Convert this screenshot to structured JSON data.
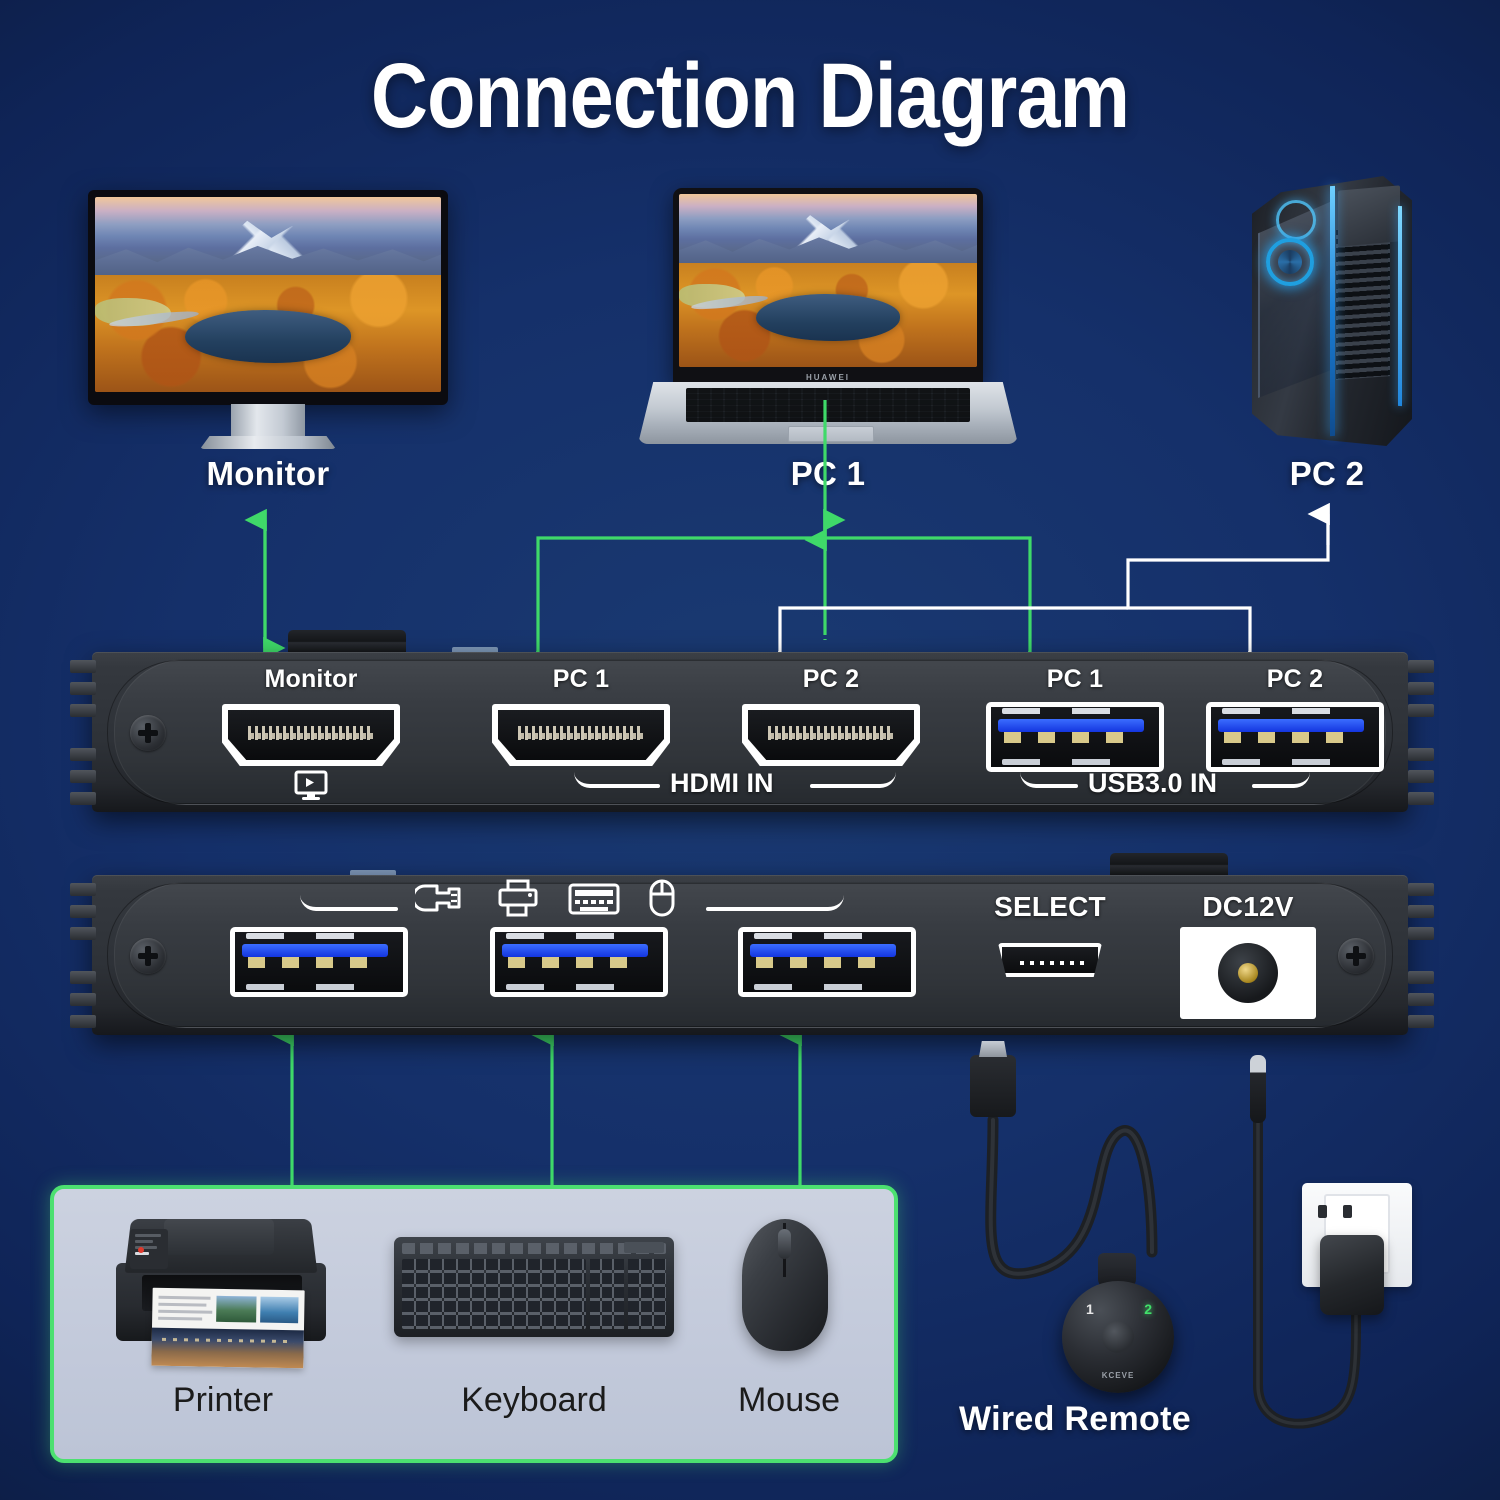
{
  "page": {
    "title": "Connection Diagram",
    "background_color": "#15306a",
    "accent_green": "#4ce070",
    "accent_white": "#ffffff"
  },
  "devices": [
    {
      "id": "monitor",
      "label": "Monitor",
      "kind": "monitor-display"
    },
    {
      "id": "pc1",
      "label": "PC 1",
      "kind": "laptop"
    },
    {
      "id": "pc2",
      "label": "PC 2",
      "kind": "desktop-tower"
    }
  ],
  "kvm_top": {
    "ports": [
      {
        "type": "hdmi",
        "label": "Monitor",
        "arrow_color": "#4ce070"
      },
      {
        "type": "hdmi",
        "label": "PC 1",
        "arrow_color": "#4ce070"
      },
      {
        "type": "hdmi",
        "label": "PC 2",
        "arrow_color": "#ffffff"
      },
      {
        "type": "usb3",
        "label": "PC 1",
        "arrow_color": "#4ce070"
      },
      {
        "type": "usb3",
        "label": "PC 2",
        "arrow_color": "#ffffff"
      }
    ],
    "groups": [
      {
        "label": "HDMI IN"
      },
      {
        "label": "USB3.0 IN"
      }
    ],
    "output_icon": "monitor-out-icon"
  },
  "kvm_bottom": {
    "device_icons": [
      "usb-plug-icon",
      "printer-icon",
      "keyboard-icon",
      "mouse-icon"
    ],
    "usb_out_ports": [
      {
        "type": "usb3",
        "arrow_color": "#4ce070"
      },
      {
        "type": "usb3",
        "arrow_color": "#4ce070"
      },
      {
        "type": "usb3",
        "arrow_color": "#4ce070"
      }
    ],
    "select": {
      "label": "SELECT",
      "port_type": "micro-usb"
    },
    "power": {
      "label": "DC12V",
      "port_type": "dc-barrel-jack"
    }
  },
  "peripherals": {
    "border_color": "#4ce070",
    "items": [
      {
        "id": "printer",
        "label": "Printer"
      },
      {
        "id": "keyboard",
        "label": "Keyboard"
      },
      {
        "id": "mouse",
        "label": "Mouse"
      }
    ]
  },
  "accessories": [
    {
      "id": "wired-remote",
      "label": "Wired Remote",
      "buttons": [
        "1",
        "2"
      ],
      "active_button": "2"
    }
  ]
}
